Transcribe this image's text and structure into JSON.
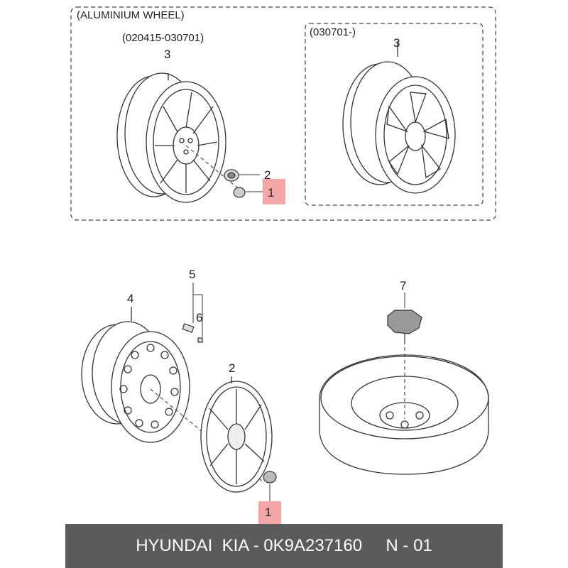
{
  "aluminium_group": {
    "title": "(ALUMINIUM WHEEL)",
    "left_period": "(020415-030701)",
    "right_period": "(030701-)"
  },
  "callouts": {
    "top_left_wheel": "3",
    "top_right_wheel": "3",
    "top_cap": "2",
    "top_nut": "1",
    "steel_wheel": "4",
    "valve_5": "5",
    "valve_6": "6",
    "hubcap": "2",
    "spare_clamp": "7",
    "bottom_nut": "1"
  },
  "footer": {
    "brand": "HYUNDAI  KIA - 0K9A237160",
    "page": "N - 01"
  },
  "colors": {
    "highlight": "#f4a6a6",
    "footer_bg": "#5b5b5b",
    "line": "#333333"
  }
}
